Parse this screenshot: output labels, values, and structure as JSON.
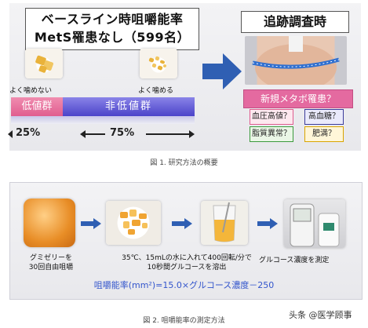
{
  "figure1": {
    "baseline_line1": "ベースライン時咀嚼能率",
    "baseline_line2": "MetS罹患なし（599名）",
    "followup": "追跡調査時",
    "caption_low_photo": "よく噛めない",
    "caption_high_photo": "よく噛める",
    "group_low": "低値群",
    "group_high": "非低値群",
    "pct_low": "25%",
    "pct_high": "75%",
    "new_metabo": "新規メタボ罹患？",
    "risks": {
      "bp": "血圧高値？",
      "bs": "高血糖？",
      "lipid": "脂質異常？",
      "obese": "肥満？"
    },
    "caption": "図 1.  研究方法の概要"
  },
  "figure2": {
    "step1": "グミゼリーを\n30回自由咀嚼",
    "step2": "35℃、15mLの水に入れて400回転/分で\n10秒間グルコースを溶出",
    "step3": "グルコース濃度を測定",
    "formula": "咀嚼能率(mm²)=15.0×グルコース濃度－250",
    "caption": "図 2.  咀嚼能率の測定方法"
  },
  "watermark": "头条 @医学顾事",
  "colors": {
    "low_group": "#e05d8f",
    "high_group": "#4b43c9",
    "arrow": "#2f5fb3",
    "formula": "#3355cc"
  },
  "icons": {
    "big_arrow": "arrow-right-icon",
    "flow_arrow": "arrow-right-icon"
  }
}
